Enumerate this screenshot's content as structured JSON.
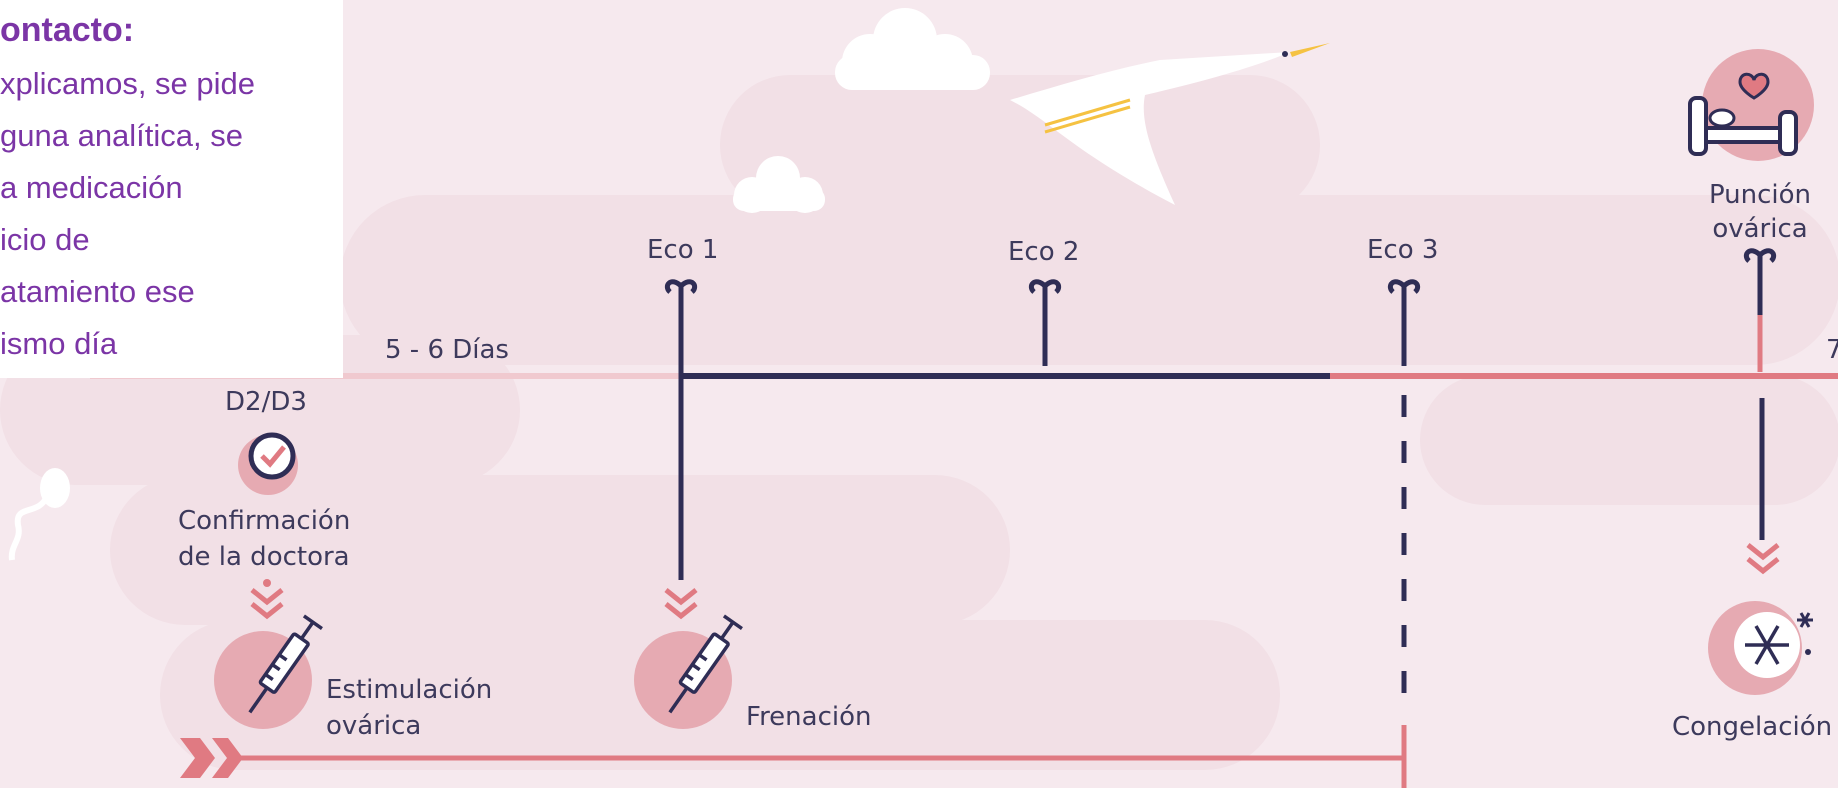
{
  "info_box": {
    "heading": "ontacto:",
    "lines": [
      "xplicamos, se pide",
      "guna analítica, se",
      "a medicación",
      "icio de",
      "atamiento ese",
      "ismo día"
    ]
  },
  "timeline": {
    "interval_label": "5 - 6 Días",
    "edge_label": "7",
    "day_label": "D2/D3",
    "eco1": "Eco 1",
    "eco2": "Eco 2",
    "eco3": "Eco 3",
    "puncion": "Punción ovárica",
    "confirmacion": "Confirmación de la doctora",
    "estimulacion": "Estimulación ovárica",
    "frenacion": "Frenación",
    "congelacion": "Congelación"
  },
  "icons": [
    "check-circle-icon",
    "syringe-icon",
    "bed-heart-icon",
    "snowflake-icon",
    "stork-icon",
    "cloud-icon",
    "double-chevron-down-icon",
    "sperm-icon"
  ],
  "colors": {
    "navy": "#2f2d55",
    "coral": "#e07a82",
    "pink_light": "#f0c9cf",
    "purple_text": "#7b35a6",
    "background": "#f6e9ee"
  }
}
